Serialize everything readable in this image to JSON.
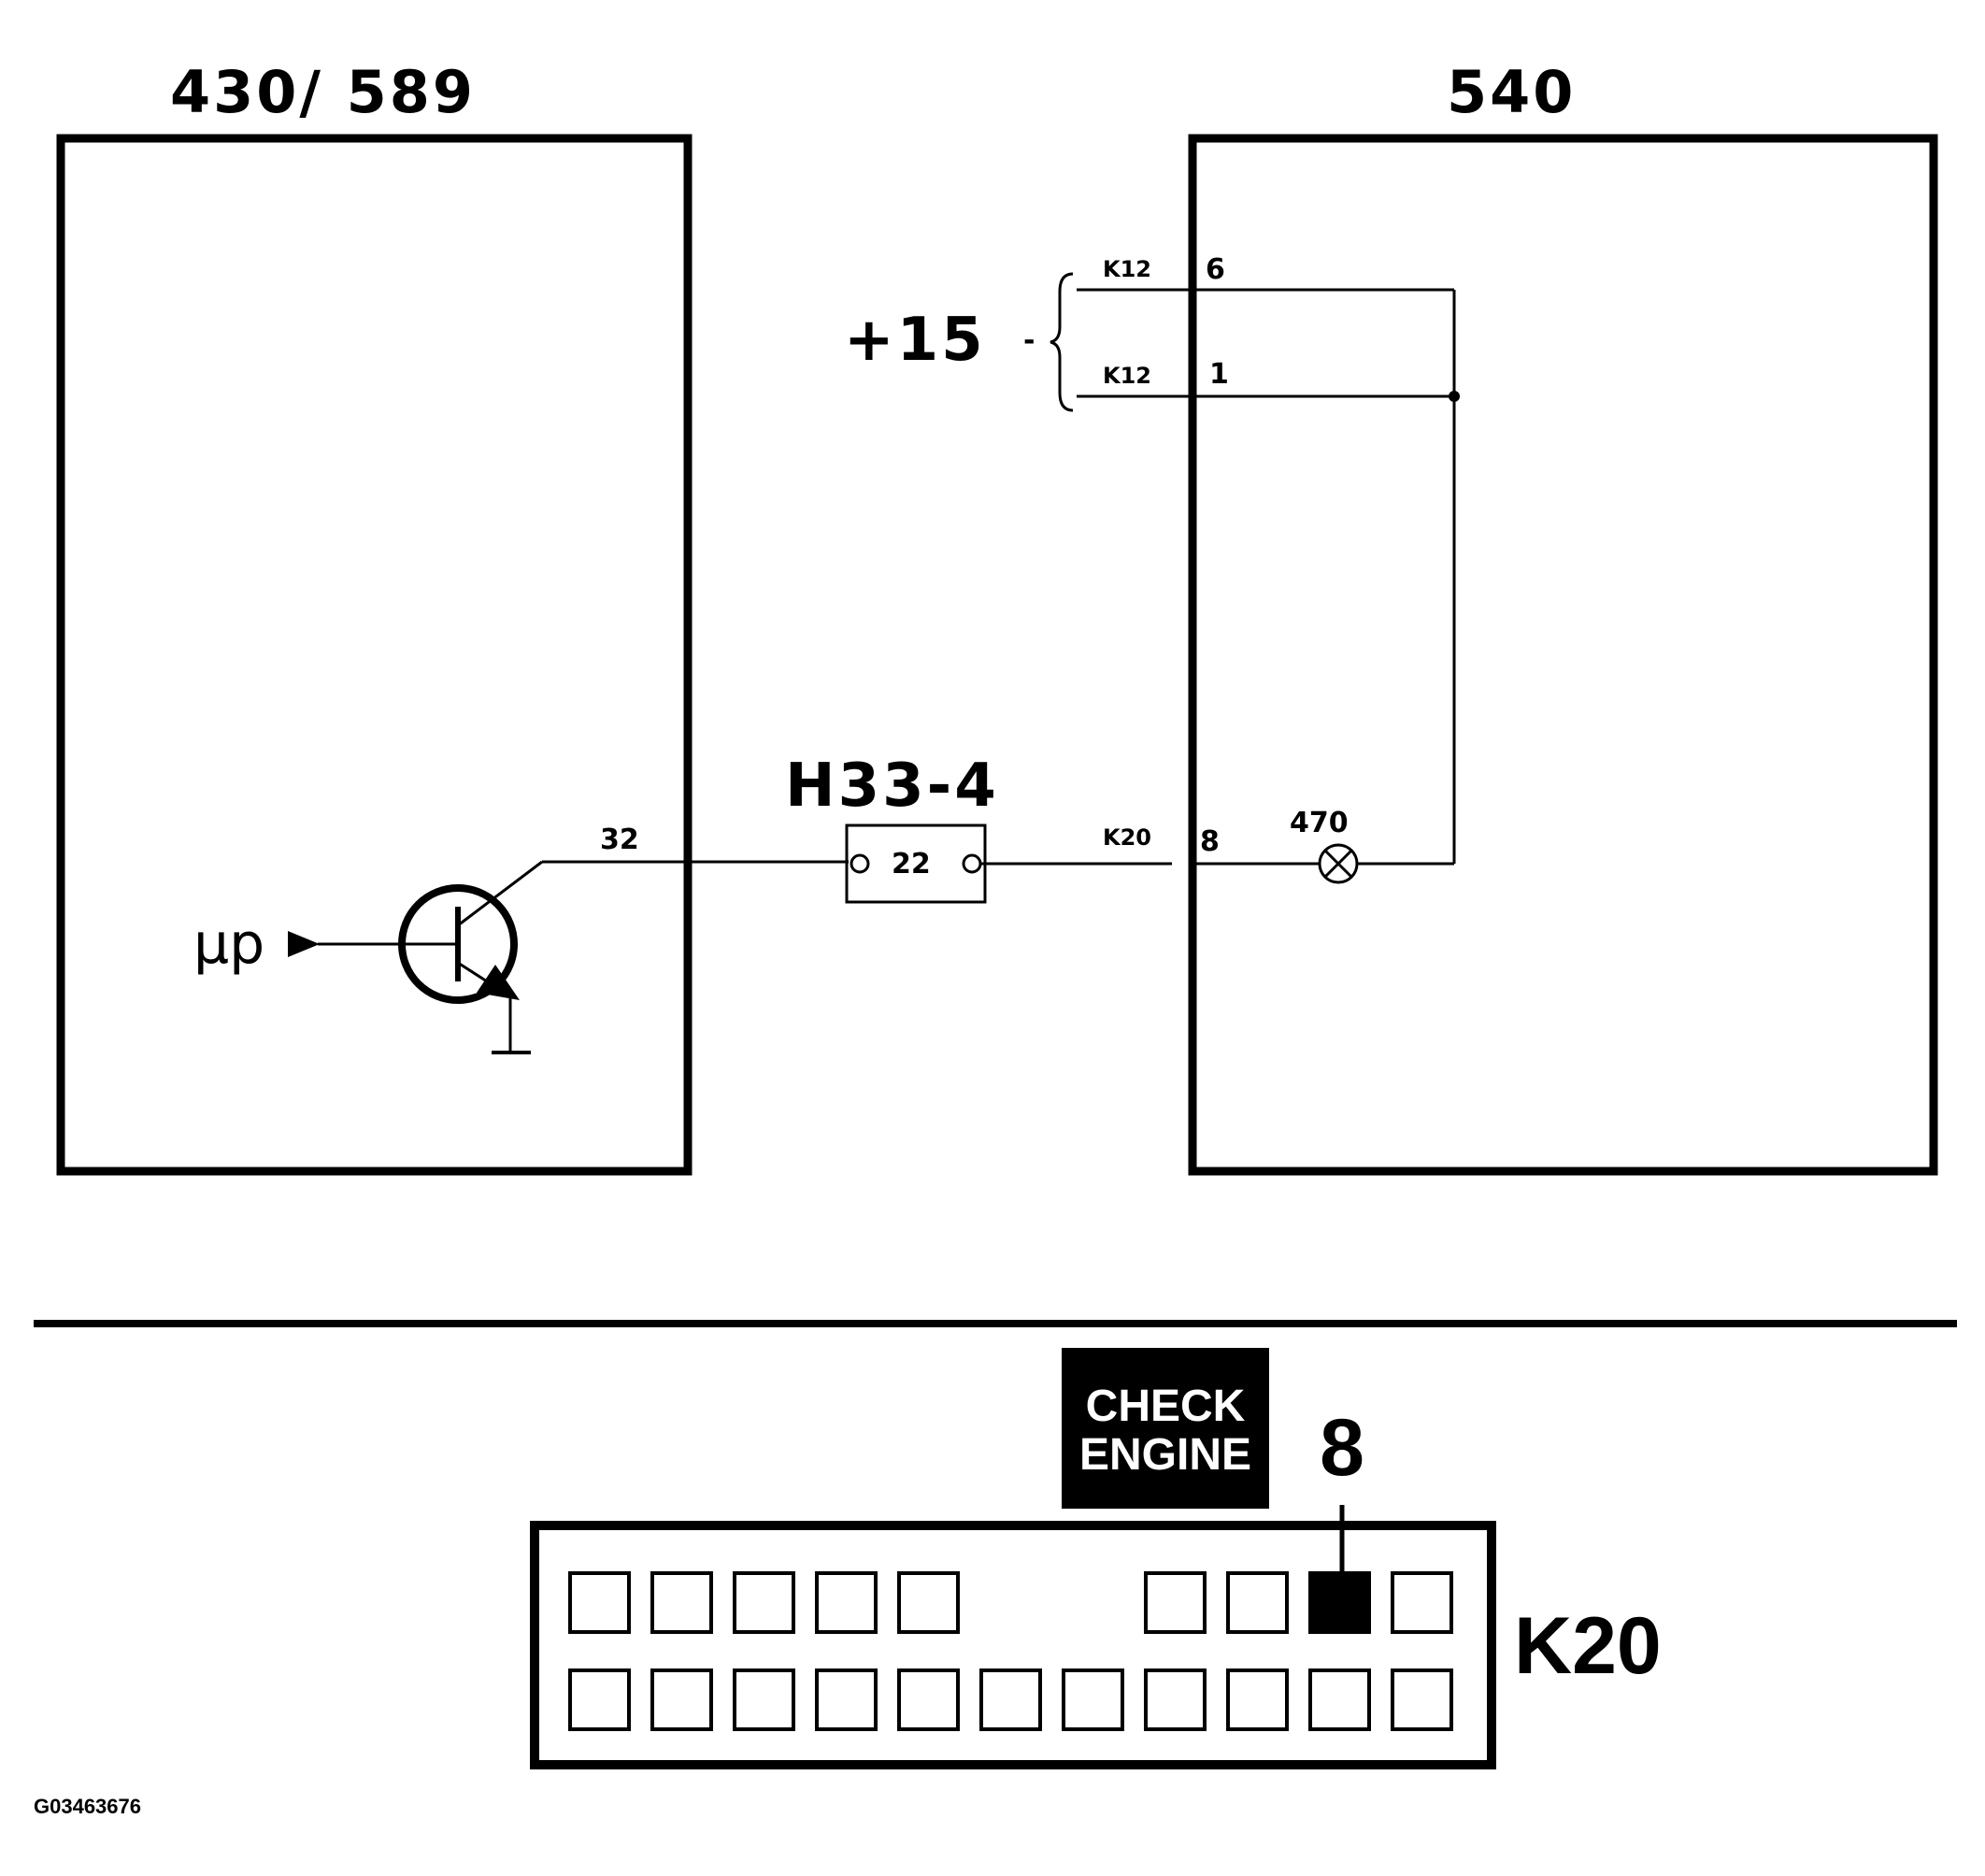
{
  "module_left": {
    "label": "430/ 589"
  },
  "module_right": {
    "label": "540"
  },
  "supply": {
    "label": "+15",
    "dash": "-"
  },
  "connectors": {
    "k12_top": {
      "connector": "K12",
      "pin": "6"
    },
    "k12_bottom": {
      "connector": "K12",
      "pin": "1"
    },
    "k20": {
      "connector": "K20",
      "pin": "8"
    }
  },
  "transistor": {
    "input_label": "µp"
  },
  "wire_pin": "32",
  "junction": {
    "label": "H33-4",
    "pin": "22"
  },
  "lamp": {
    "label": "470"
  },
  "legend": {
    "badge_line1": "CHECK",
    "badge_line2": "ENGINE",
    "pin_label": "8",
    "connector_label": "K20"
  },
  "figure_code": "G03463676"
}
